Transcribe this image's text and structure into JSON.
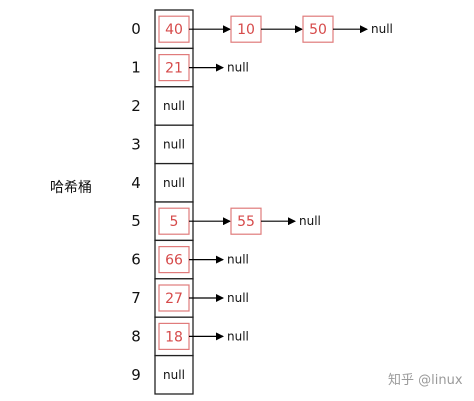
{
  "caption": "哈希桶",
  "watermark": "知乎 @linux",
  "null_label": "null",
  "colors": {
    "bucket_border": "#222222",
    "node_border": "#e07b7b",
    "node_text": "#d64a4a",
    "arrow": "#000000",
    "watermark": "#9a9a9a"
  },
  "buckets": [
    {
      "index": "0",
      "chain": [
        "40",
        "10",
        "50"
      ]
    },
    {
      "index": "1",
      "chain": [
        "21"
      ]
    },
    {
      "index": "2",
      "chain": []
    },
    {
      "index": "3",
      "chain": []
    },
    {
      "index": "4",
      "chain": []
    },
    {
      "index": "5",
      "chain": [
        "5",
        "55"
      ]
    },
    {
      "index": "6",
      "chain": [
        "66"
      ]
    },
    {
      "index": "7",
      "chain": [
        "27"
      ]
    },
    {
      "index": "8",
      "chain": [
        "18"
      ]
    },
    {
      "index": "9",
      "chain": []
    }
  ]
}
